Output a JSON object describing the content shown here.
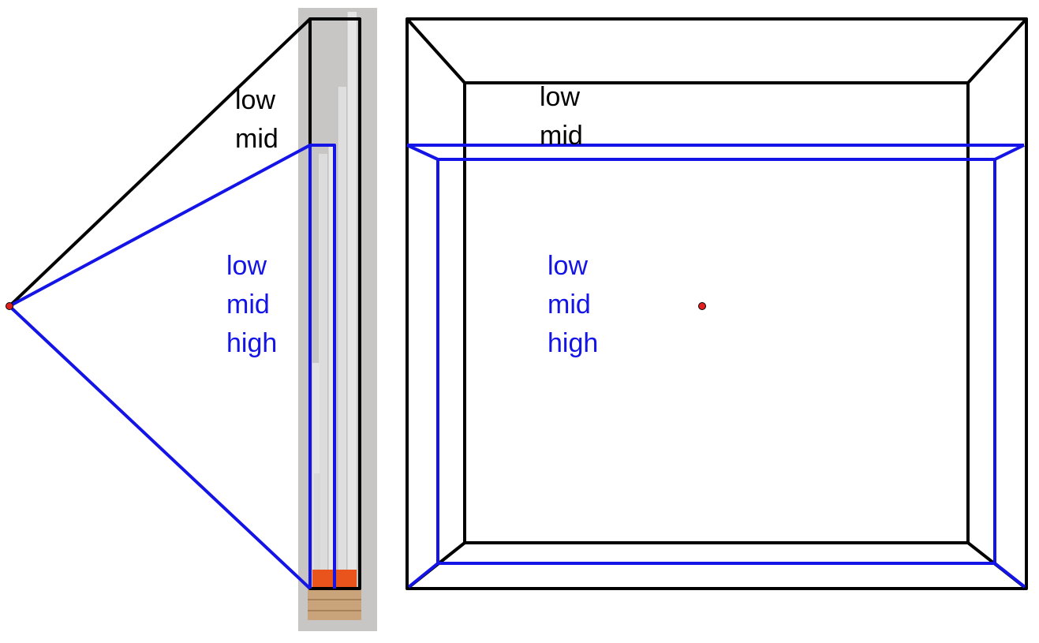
{
  "labels": {
    "side_black": [
      "low",
      "mid"
    ],
    "side_blue": [
      "low",
      "mid",
      "high"
    ],
    "front_black": [
      "low",
      "mid"
    ],
    "front_blue": [
      "low",
      "mid",
      "high"
    ]
  },
  "colors": {
    "outline_black": "#000000",
    "outline_blue": "#1414e6",
    "eye_point": "#e02020",
    "photo_background": "#c8c6c4",
    "pipe": "#e4e4e4",
    "pipe_shadow": "#bdbdbd",
    "orange_caps": "#e8541c",
    "wood_base": "#c9a37a"
  },
  "icons": {
    "eye_point": "red-dot-icon",
    "photo": "pipe-organ-photo"
  }
}
